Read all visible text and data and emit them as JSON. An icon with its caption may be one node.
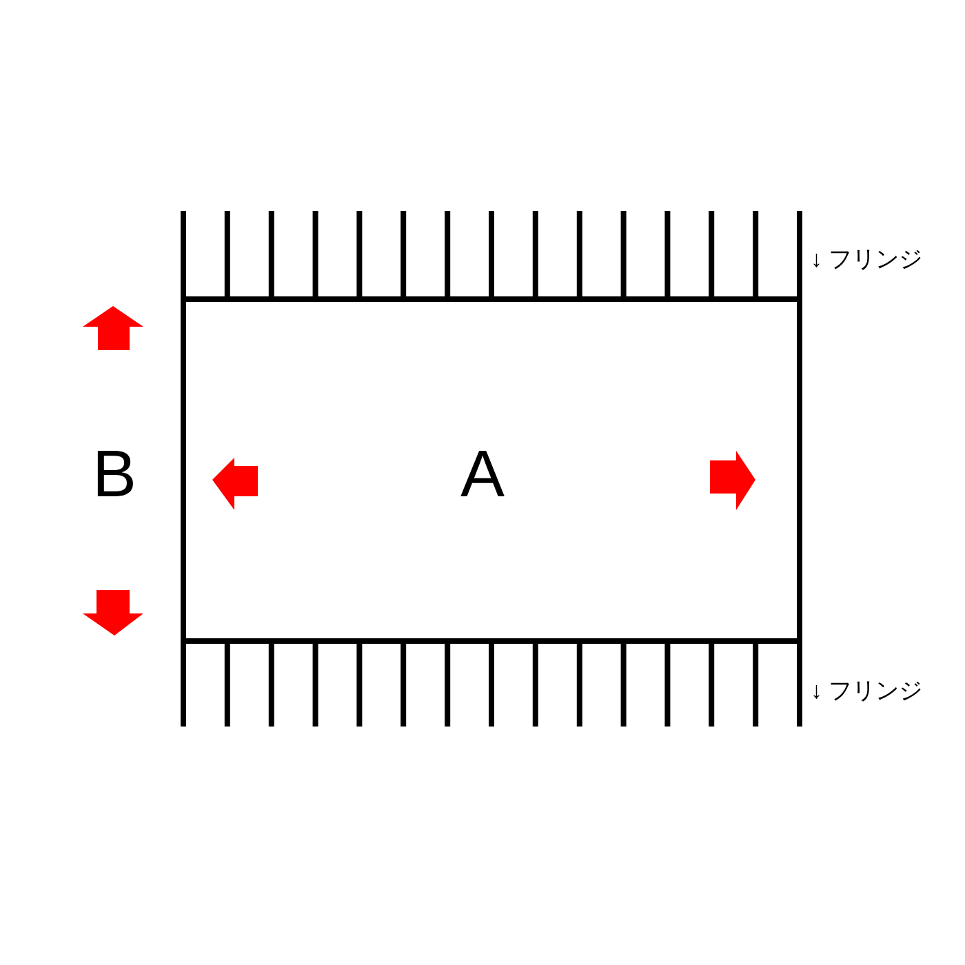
{
  "diagram": {
    "nodes": [
      {
        "text": [
          "A"
        ]
      }
    ],
    "labels": [
      "↓ フリンジ",
      "B",
      "↓ フリンジ"
    ]
  }
}
